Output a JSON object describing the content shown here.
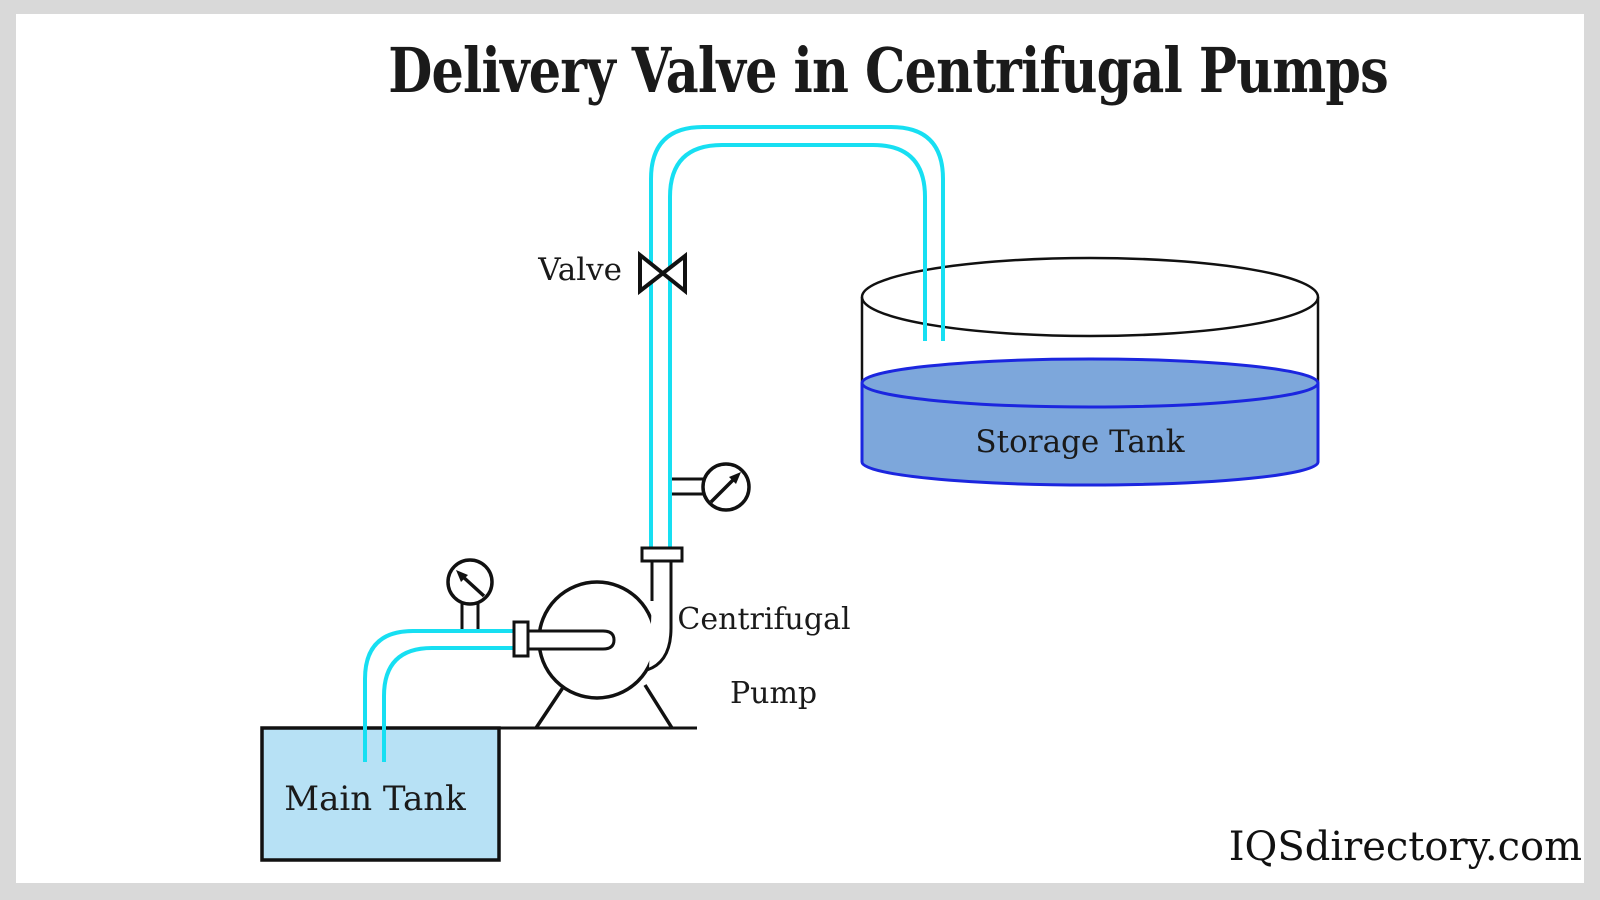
{
  "title": "Delivery Valve in Centrifugal Pumps",
  "watermark": "IQSdirectory.com",
  "labels": {
    "valve": "Valve",
    "pump_line1": "Centrifugal",
    "pump_line2": "Pump",
    "storage_tank": "Storage Tank",
    "main_tank": "Main Tank"
  },
  "icons": [
    "valve-bowtie-icon",
    "pressure-gauge-icon"
  ],
  "colors": {
    "frame": "#d9d9d9",
    "canvas": "#ffffff",
    "outline": "#111111",
    "pipe": "#17dff2",
    "main_tank_fill": "#b7e1f5",
    "storage_water_fill": "#7da7db",
    "storage_water_stroke": "#1b26df",
    "text": "#1a1a1a"
  }
}
